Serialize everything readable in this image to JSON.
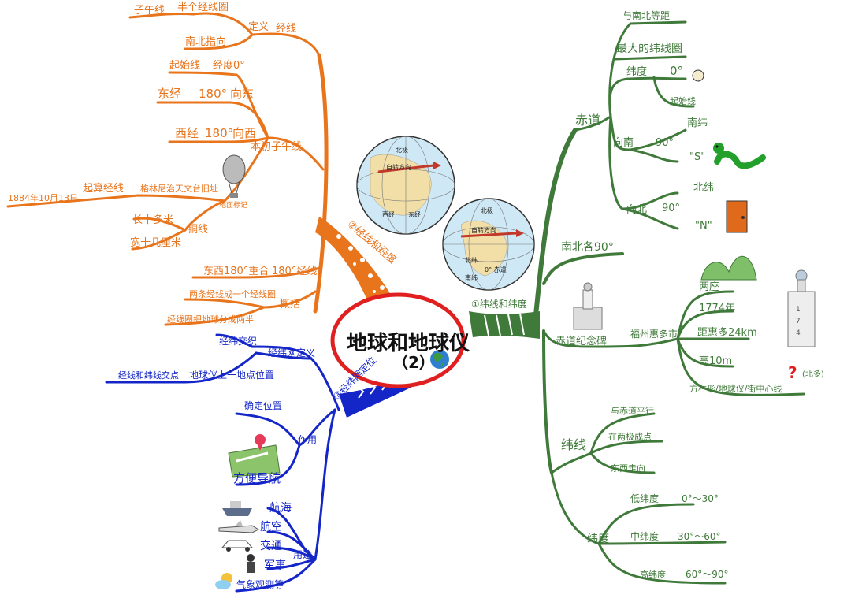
{
  "center": {
    "title": "地球和地球仪",
    "subtitle": "（2）"
  },
  "orange": {
    "branch_label": "②经线和经度",
    "definition": "定义",
    "meridian": "经线",
    "meridian_alt": "子午线",
    "semicircle": "半个经线圈",
    "north_south": "南北指向",
    "prime_meridian": "本初子午线",
    "start_line": "起始线",
    "longitude_0": "经度0°",
    "east_long": "东经",
    "east_180": "180°",
    "east_dir": "向东",
    "west_long": "西经",
    "west_180": "180°",
    "west_dir": "向西",
    "date": "1884年10月13日",
    "start_meridian": "起算经线",
    "greenwich": "格林尼治天文台旧址",
    "landmark": "地面标记",
    "length": "长十多米",
    "width": "宽十几厘米",
    "copper_line": "铜线",
    "e180": "东西180°重合",
    "line180": "180°经线",
    "summary": "概括",
    "two_meridians": "两条经线成一个经线圈",
    "circle_halves": "经线圈把地球分成两半"
  },
  "blue": {
    "branch_label": "③经纬网定位",
    "grid_def": "经纬网定义",
    "interlace": "经纬交织",
    "earth_pos": "地球仪上一地点位置",
    "intersection": "经线和纬线交点",
    "role": "作用",
    "locate": "确定位置",
    "nav": "方便导航",
    "uses": "用途",
    "use1": "航海",
    "use2": "航空",
    "use3": "交通",
    "use4": "军事",
    "use5": "气象观测等"
  },
  "green": {
    "branch_label": "①纬线和纬度",
    "equator": "赤道",
    "eq_1": "与南北等距",
    "eq_2": "最大的纬线圈",
    "lat": "纬度",
    "lat_0": "0°",
    "start": "起始线",
    "south": "向南",
    "south_90": "90°",
    "south_lat": "南纬",
    "s_mark": "\"S\"",
    "north": "向北",
    "north_90": "90°",
    "north_lat": "北纬",
    "n_mark": "\"N\"",
    "ns90": "南北各90°",
    "monument": "赤道纪念碑",
    "city": "福州惠多市",
    "two": "两座",
    "year": "1774年",
    "dist": "距惠多24km",
    "height": "高10m",
    "shape": "方柱形/地球仪/街中心线",
    "qmark": "(北多)",
    "weixian": "纬线",
    "w1": "与赤道平行",
    "w2": "在两极成点",
    "w3": "东西走向",
    "weidu": "纬度",
    "low": "低纬度",
    "low_r": "0°～30°",
    "mid": "中纬度",
    "mid_r": "30°～60°",
    "high": "高纬度",
    "high_r": "60°～90°"
  },
  "globes": {
    "g1_north": "北极",
    "g1_rot": "自转方向",
    "g1_west": "西经",
    "g1_east": "东经",
    "g2_north": "北极",
    "g2_rot": "自转方向",
    "g2_n": "北纬",
    "g2_s": "南纬",
    "g2_eq": "0° 赤道"
  },
  "colors": {
    "orange": "#e8741c",
    "blue": "#1426c8",
    "green": "#3f7a3a",
    "red": "#e02020"
  }
}
